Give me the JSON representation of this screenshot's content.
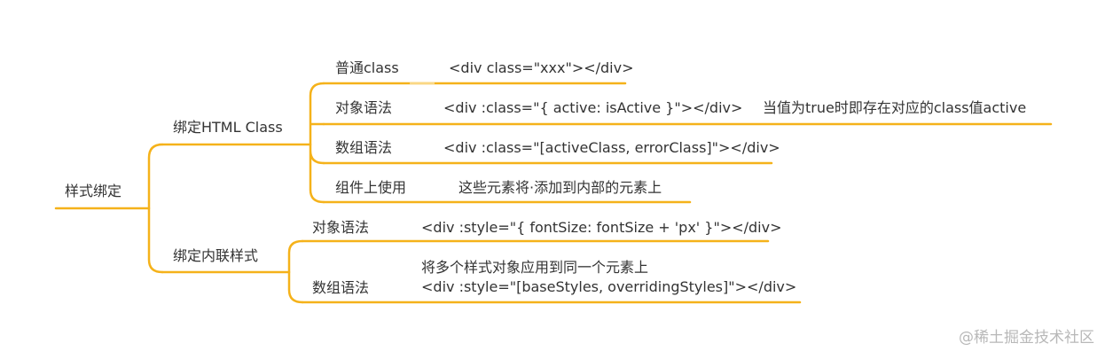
{
  "root": "样式绑定",
  "branches": [
    {
      "label": "绑定HTML Class",
      "children": [
        {
          "label": "普通class",
          "code": "<div class=\"xxx\"></div>",
          "note": ""
        },
        {
          "label": "对象语法",
          "code": "<div :class=\"{ active: isActive }\"></div>",
          "note": "当值为true时即存在对应的class值active"
        },
        {
          "label": "数组语法",
          "code": "<div :class=\"[activeClass, errorClass]\"></div>",
          "note": ""
        },
        {
          "label": "组件上使用",
          "code": "这些元素将·添加到内部的元素上",
          "note": ""
        }
      ]
    },
    {
      "label": "绑定内联样式",
      "children": [
        {
          "label": "对象语法",
          "code": "<div :style=\"{ fontSize: fontSize + 'px' }\"></div>"
        },
        {
          "label": "数组语法",
          "code_line1": "将多个样式对象应用到同一个元素上",
          "code_line2": "<div :style=\"[baseStyles, overridingStyles]\"></div>"
        }
      ]
    }
  ],
  "watermark": "@稀土掘金技术社区",
  "colors": {
    "line": "#f5b21a",
    "text": "#333333",
    "watermark": "#b8b8b8"
  }
}
